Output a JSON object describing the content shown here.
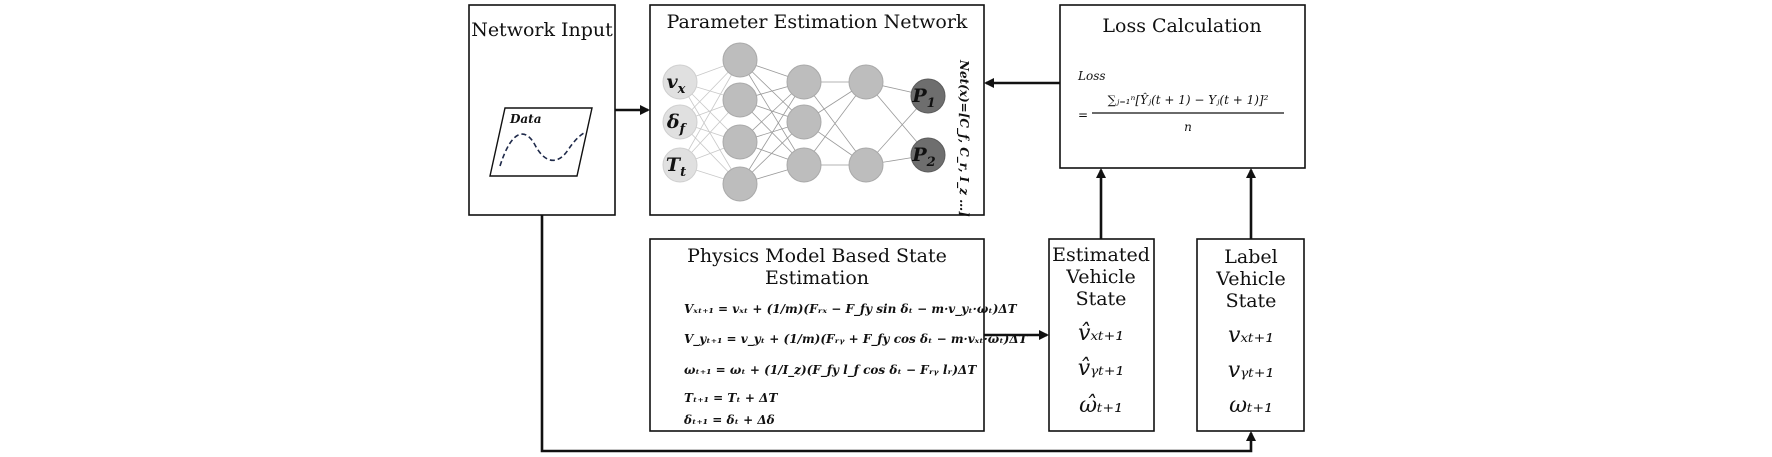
{
  "network_input": {
    "title": "Network Input",
    "data_label": "Data"
  },
  "parameter_network": {
    "title": "Parameter Estimation Network",
    "inputs": [
      "v",
      "δ",
      "T"
    ],
    "input_subs": [
      "x",
      "f",
      "t"
    ],
    "outputs": [
      "P",
      "P"
    ],
    "output_subs": [
      "1",
      "2"
    ],
    "net_label": "Net(x)=[C_f, C_r, I_z …]"
  },
  "loss": {
    "title": "Loss Calculation",
    "label": "Loss",
    "numerator": "∑ⱼ₌₁ⁿ[Ŷⱼ(t + 1) − Yⱼ(t + 1)]²",
    "denominator": "n",
    "equals": "="
  },
  "physics": {
    "title_line1": "Physics Model Based State",
    "title_line2": "Estimation",
    "equations": [
      "Vₓₜ₊₁ = vₓₜ + (1/m)(Fᵣₓ − F_fy sin δₜ − m·v_yₜ·ωₜ)ΔT",
      "V_yₜ₊₁ = v_yₜ + (1/m)(Fᵣᵧ + F_fy cos δₜ − m·vₓₜ·ωₜ)ΔT",
      "ωₜ₊₁ = ωₜ + (1/I_z)(F_fy l_f cos δₜ − Fᵣᵧ lᵣ)ΔT",
      "Tₜ₊₁ = Tₜ + ΔT",
      "δₜ₊₁ = δₜ + Δδ"
    ]
  },
  "estimated": {
    "title_lines": [
      "Estimated",
      "Vehicle",
      "State"
    ],
    "states": [
      "v̂ₓₜ₊₁",
      "v̂ᵧₜ₊₁",
      "ω̂ₜ₊₁"
    ]
  },
  "label_state": {
    "title_lines": [
      "Label",
      "Vehicle",
      "State"
    ],
    "states": [
      "vₓₜ₊₁",
      "vᵧₜ₊₁",
      "ωₜ₊₁"
    ]
  },
  "colors": {
    "stroke": "#111111",
    "node": "#bdbdbd",
    "node_output": "#6e6e6e",
    "curve": "#1f2a4a"
  }
}
